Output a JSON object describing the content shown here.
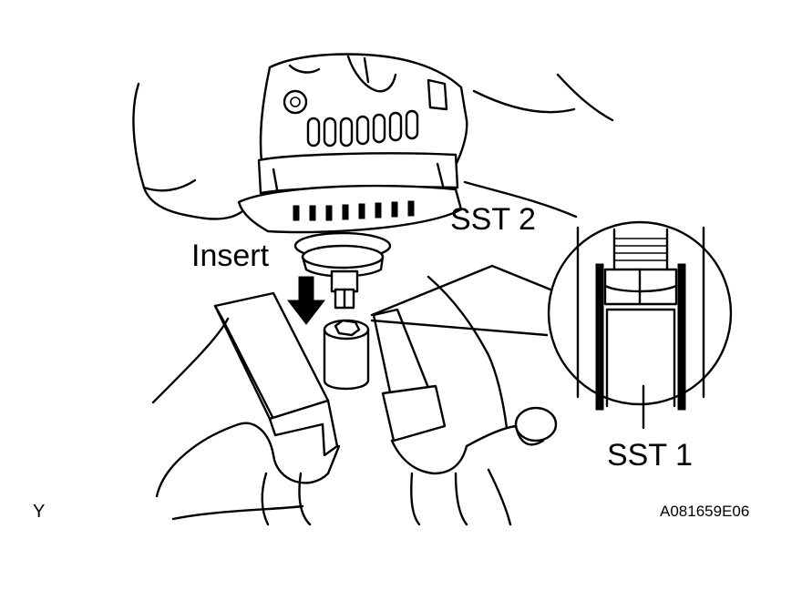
{
  "labels": {
    "insert": "Insert",
    "sst2": "SST 2",
    "sst1": "SST 1",
    "corner_letter": "Y",
    "figure_code": "A081659E06"
  },
  "icons": {
    "arrow": "down-arrow-icon"
  }
}
